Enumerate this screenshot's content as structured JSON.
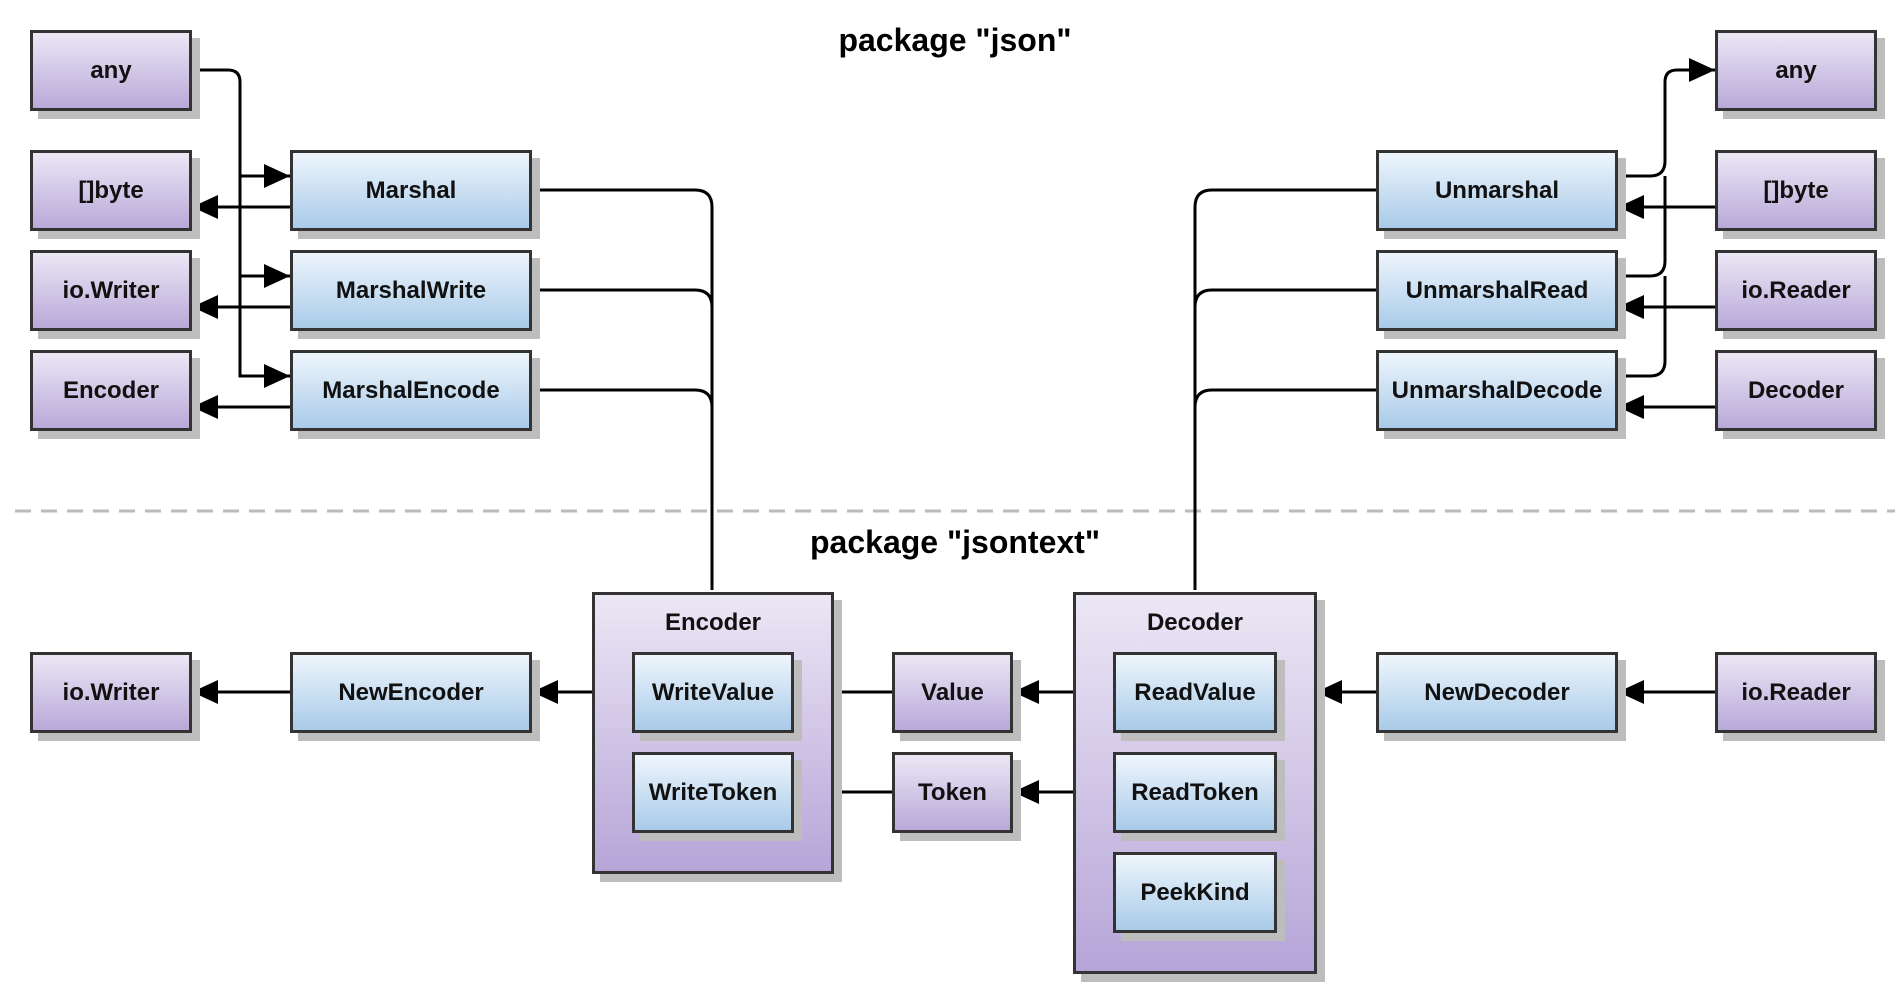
{
  "json_pkg": {
    "title": "package \"json\"",
    "left_inputs": {
      "any": "any"
    },
    "left_outputs": {
      "bytes": "[]byte",
      "writer": "io.Writer",
      "encoder": "Encoder"
    },
    "marshal_funcs": {
      "marshal": "Marshal",
      "marshal_write": "MarshalWrite",
      "marshal_encode": "MarshalEncode"
    },
    "unmarshal_funcs": {
      "unmarshal": "Unmarshal",
      "unmarshal_read": "UnmarshalRead",
      "unmarshal_decode": "UnmarshalDecode"
    },
    "right_outputs": {
      "any": "any"
    },
    "right_inputs": {
      "bytes": "[]byte",
      "reader": "io.Reader",
      "decoder": "Decoder"
    }
  },
  "jsontext_pkg": {
    "title": "package \"jsontext\"",
    "writer": "io.Writer",
    "new_encoder": "NewEncoder",
    "encoder": {
      "title": "Encoder",
      "write_value": "WriteValue",
      "write_token": "WriteToken"
    },
    "value": "Value",
    "token": "Token",
    "decoder": {
      "title": "Decoder",
      "read_value": "ReadValue",
      "read_token": "ReadToken",
      "peek_kind": "PeekKind"
    },
    "new_decoder": "NewDecoder",
    "reader": "io.Reader"
  },
  "colors": {
    "types": "#b8a9d9",
    "functions": "#a9cbe9",
    "lines": "#000000",
    "separator": "#bbbbbb"
  }
}
